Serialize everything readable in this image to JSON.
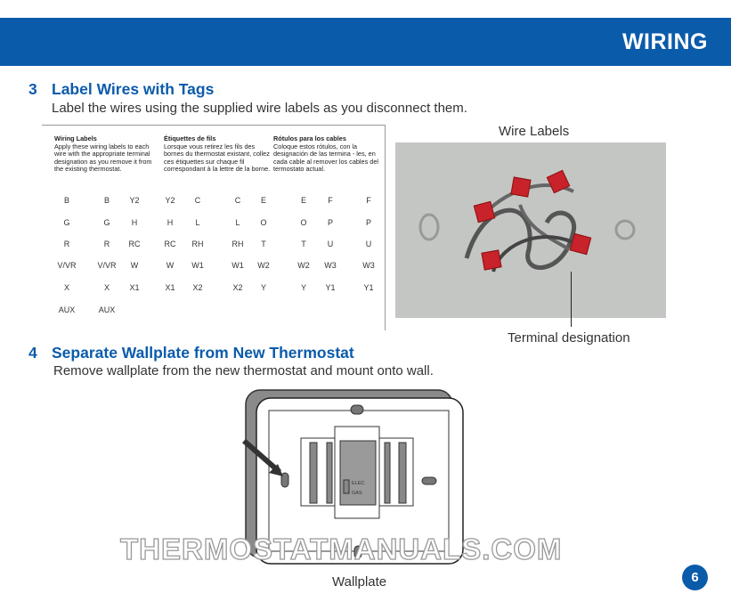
{
  "header": {
    "title": "WIRING"
  },
  "step3": {
    "number": "3",
    "title": "Label Wires with Tags",
    "text": "Label the wires using the supplied wire labels as you disconnect them."
  },
  "labels_box": {
    "columns": [
      {
        "title": "Wiring Labels",
        "text": "Apply these wiring labels to each wire with the appropriate terminal designation as you remove it from the existing thermostat."
      },
      {
        "title": "Étiquettes de fils",
        "text": "Lorsque vous retirez les fils des bornes du thermostat existant, collez ces étiquettes sur chaque fil correspondant à la lettre de la borne."
      },
      {
        "title": "Rótulos para los cables",
        "text": "Coloque estos rótulos, con la designación de las termina - les, en cada cable al remover los cables del termostato actual."
      }
    ],
    "grid": [
      [
        "B",
        "B",
        "Y2",
        "Y2",
        "C",
        "C",
        "E",
        "E",
        "F",
        "F"
      ],
      [
        "G",
        "G",
        "H",
        "H",
        "L",
        "L",
        "O",
        "O",
        "P",
        "P"
      ],
      [
        "R",
        "R",
        "RC",
        "RC",
        "RH",
        "RH",
        "T",
        "T",
        "U",
        "U"
      ],
      [
        "V/VR",
        "V/VR",
        "W",
        "W",
        "W1",
        "W1",
        "W2",
        "W2",
        "W3",
        "W3"
      ],
      [
        "X",
        "X",
        "X1",
        "X1",
        "X2",
        "X2",
        "Y",
        "Y",
        "Y1",
        "Y1"
      ],
      [
        "AUX",
        "AUX"
      ]
    ]
  },
  "watermark": "THERMOSTATMANUALS.COM",
  "photo": {
    "caption_top": "Wire Labels",
    "caption_bottom": "Terminal designation"
  },
  "step4": {
    "number": "4",
    "title": "Separate Wallplate from New Thermostat",
    "text": "Remove wallplate from the new thermostat and mount onto wall."
  },
  "wallplate": {
    "caption": "Wallplate",
    "switch_top": "ELEC",
    "switch_bottom": "GAS"
  },
  "page_number": "6",
  "colors": {
    "brand": "#0b5bab",
    "tag": "#c8222a"
  }
}
